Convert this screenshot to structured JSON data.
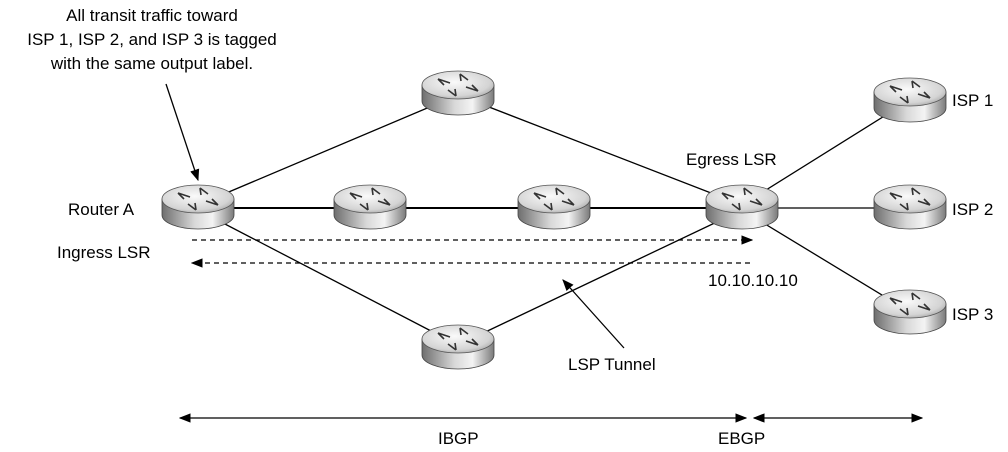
{
  "annotation": {
    "line1": "All transit traffic toward",
    "line2": "ISP 1, ISP 2, and ISP 3 is tagged",
    "line3": "with the same output label."
  },
  "labels": {
    "router_a": "Router A",
    "ingress": "Ingress LSR",
    "egress": "Egress LSR",
    "address": "10.10.10.10",
    "tunnel": "LSP Tunnel",
    "isp1": "ISP 1",
    "isp2": "ISP 2",
    "isp3": "ISP 3",
    "ibgp": "IBGP",
    "ebgp": "EBGP"
  },
  "routers": [
    {
      "id": "router-a",
      "role": "ingress"
    },
    {
      "id": "top",
      "role": "core"
    },
    {
      "id": "mid-1",
      "role": "core"
    },
    {
      "id": "mid-2",
      "role": "core"
    },
    {
      "id": "bottom",
      "role": "core"
    },
    {
      "id": "egress",
      "role": "egress"
    },
    {
      "id": "isp1",
      "role": "isp"
    },
    {
      "id": "isp2",
      "role": "isp"
    },
    {
      "id": "isp3",
      "role": "isp"
    }
  ],
  "colors": {
    "router_light": "#f4f4f4",
    "router_mid": "#c8c8c8",
    "router_dark": "#6e6e6e",
    "line": "#000000"
  }
}
